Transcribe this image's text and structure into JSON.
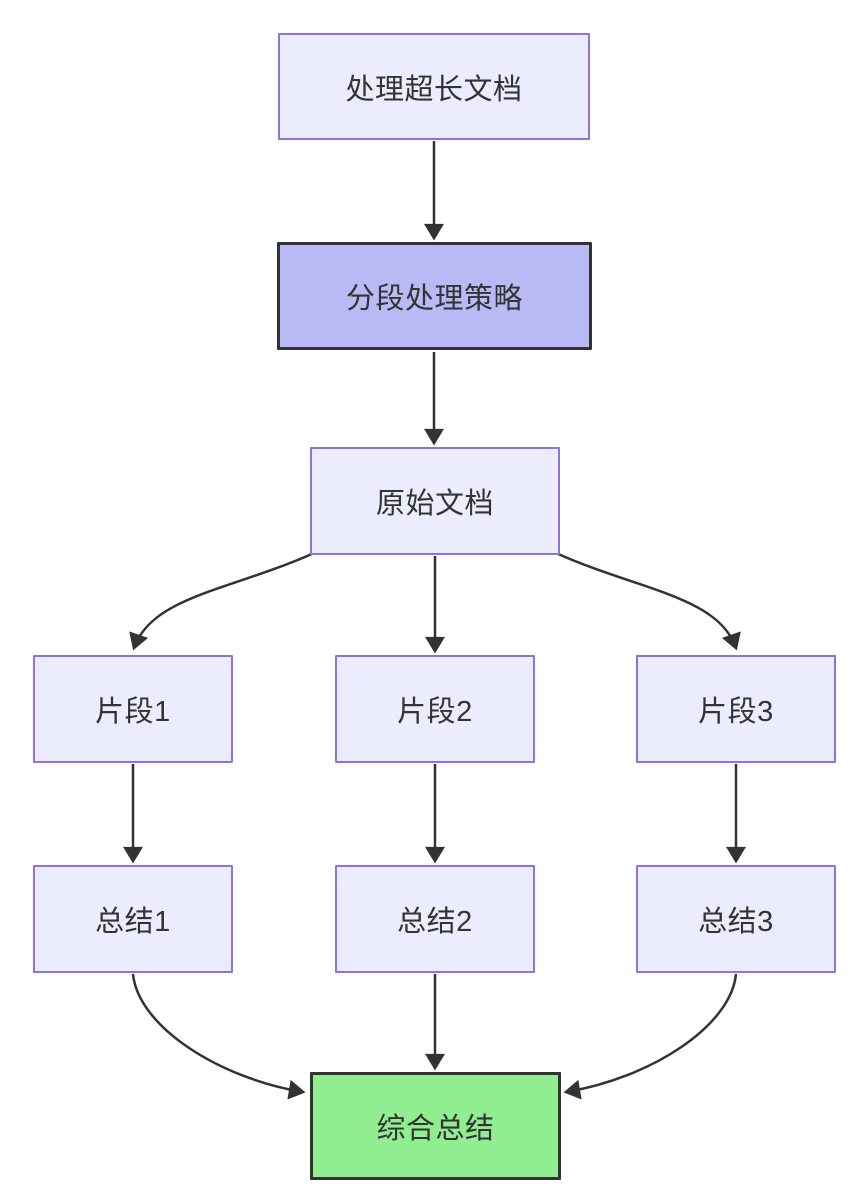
{
  "colors": {
    "canvas-bg": "#ffffff",
    "node-fill": "#ECECFF",
    "node-border": "#9370DB",
    "emphasis-fill": "#b9b9f5",
    "emphasis-border": "#333333",
    "success-fill": "#90EE90",
    "success-border": "#333333",
    "edge-color": "#333333",
    "text-color": "#333333"
  },
  "diagram": {
    "type": "flowchart-top-down",
    "nodes": [
      {
        "id": "process",
        "label": "处理超长文档",
        "style": "default"
      },
      {
        "id": "strategy",
        "label": "分段处理策略",
        "style": "emphasis"
      },
      {
        "id": "source",
        "label": "原始文档",
        "style": "default"
      },
      {
        "id": "fragment-1",
        "label": "片段1",
        "style": "default"
      },
      {
        "id": "fragment-2",
        "label": "片段2",
        "style": "default"
      },
      {
        "id": "fragment-3",
        "label": "片段3",
        "style": "default"
      },
      {
        "id": "summary-1",
        "label": "总结1",
        "style": "default"
      },
      {
        "id": "summary-2",
        "label": "总结2",
        "style": "default"
      },
      {
        "id": "summary-3",
        "label": "总结3",
        "style": "default"
      },
      {
        "id": "final",
        "label": "综合总结",
        "style": "success"
      }
    ],
    "edges": [
      {
        "from": "process",
        "to": "strategy"
      },
      {
        "from": "strategy",
        "to": "source"
      },
      {
        "from": "source",
        "to": "fragment-1"
      },
      {
        "from": "source",
        "to": "fragment-2"
      },
      {
        "from": "source",
        "to": "fragment-3"
      },
      {
        "from": "fragment-1",
        "to": "summary-1"
      },
      {
        "from": "fragment-2",
        "to": "summary-2"
      },
      {
        "from": "fragment-3",
        "to": "summary-3"
      },
      {
        "from": "summary-1",
        "to": "final"
      },
      {
        "from": "summary-2",
        "to": "final"
      },
      {
        "from": "summary-3",
        "to": "final"
      }
    ]
  }
}
